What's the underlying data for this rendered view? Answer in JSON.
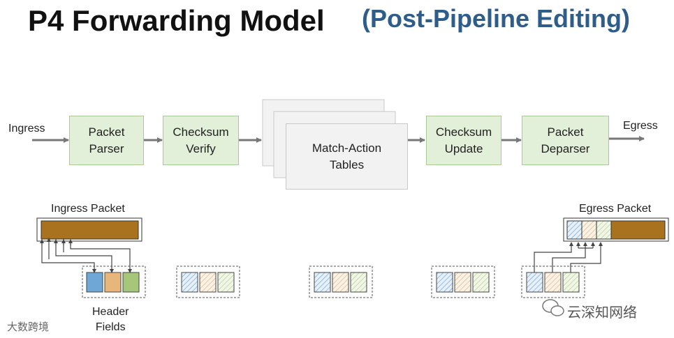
{
  "title": "P4 Forwarding Model",
  "subtitle": "(Post-Pipeline Editing)",
  "ingress_label": "Ingress",
  "egress_label": "Egress",
  "stages": {
    "parser": "Packet\nParser",
    "checksum_verify": "Checksum\nVerify",
    "match_action": "Match-Action\nTables",
    "checksum_update": "Checksum\nUpdate",
    "deparser": "Packet\nDeparser"
  },
  "ingress_packet_label": "Ingress Packet",
  "egress_packet_label": "Egress Packet",
  "header_fields_label": "Header\nFields",
  "watermark_left": "大数跨境",
  "watermark_right": "云深知网络",
  "colors": {
    "stage_green": "#e2efd9",
    "stage_gray": "#f2f2f2",
    "packet_brown": "#a8721f",
    "field_blue": "#6fa8d6",
    "field_orange": "#e6b67a",
    "field_green": "#a6c77a",
    "subtitle_blue": "#2e5d8a"
  }
}
